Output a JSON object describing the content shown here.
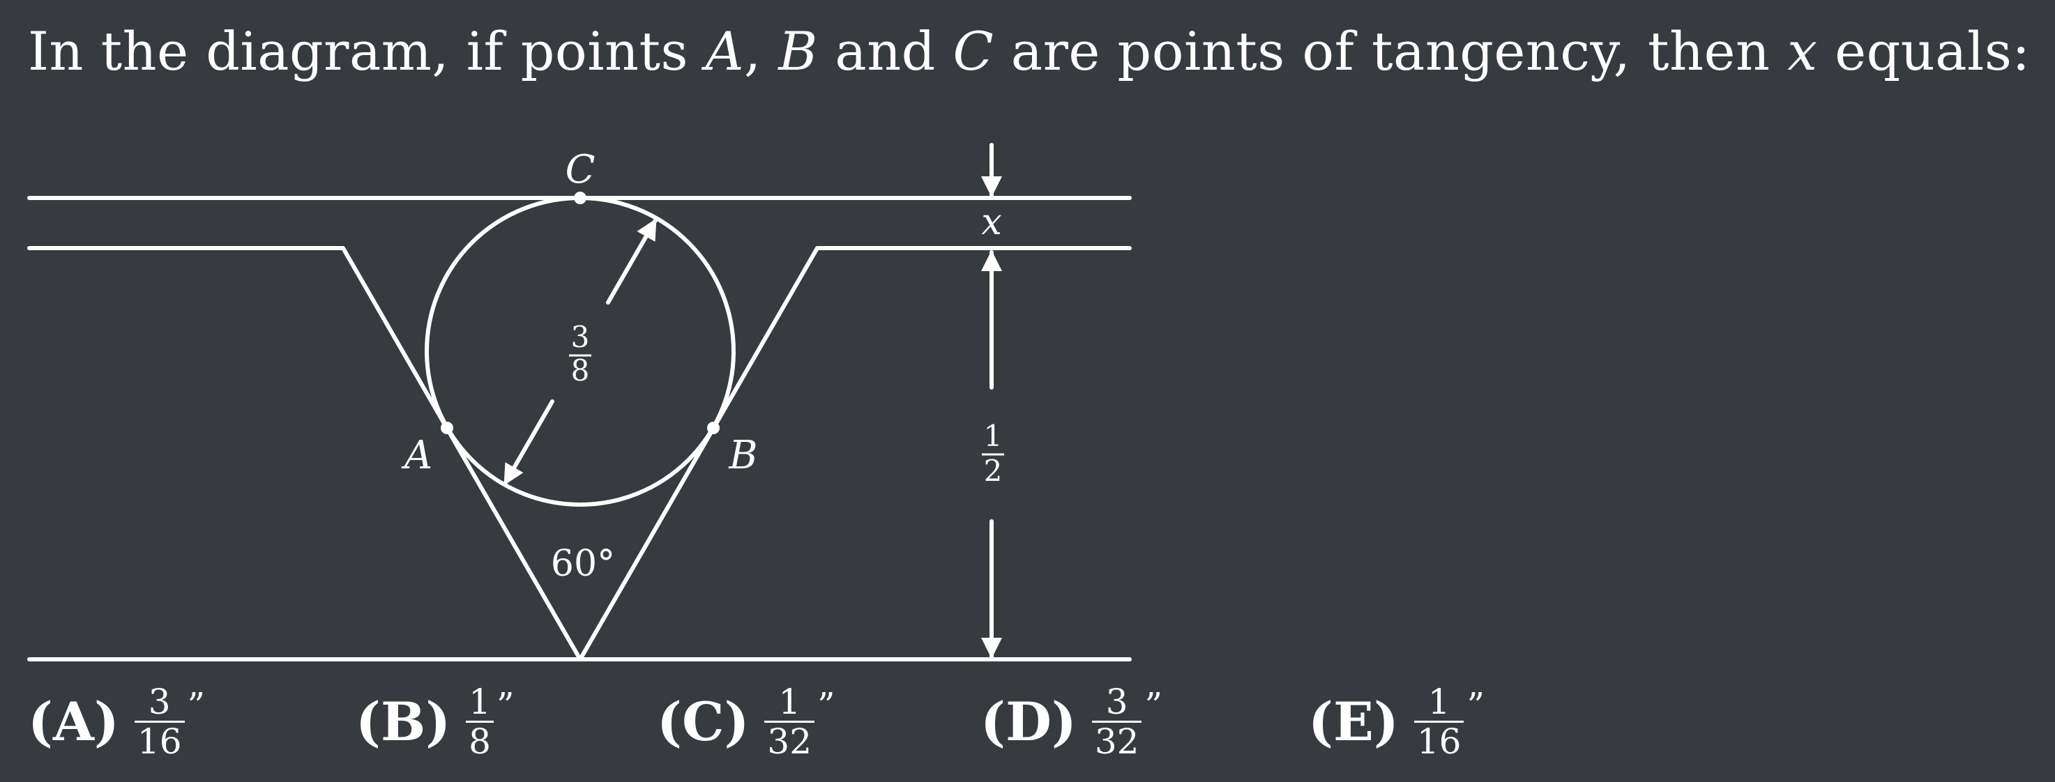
{
  "question": {
    "parts": [
      "In the diagram, if points ",
      "A",
      ", ",
      "B",
      " and ",
      "C",
      " are points of tangency, then ",
      "x",
      " equals:"
    ]
  },
  "diagram": {
    "point_labels": {
      "a": "A",
      "b": "B",
      "c": "C"
    },
    "x_label": "x",
    "radius_label": {
      "num": "3",
      "den": "8"
    },
    "height_label": {
      "num": "1",
      "den": "2"
    },
    "angle_label": "60°"
  },
  "choices": [
    {
      "letter": "(A)",
      "num": "3",
      "den": "16",
      "unit": "”"
    },
    {
      "letter": "(B)",
      "num": "1",
      "den": "8",
      "unit": "”"
    },
    {
      "letter": "(C)",
      "num": "1",
      "den": "32",
      "unit": "”"
    },
    {
      "letter": "(D)",
      "num": "3",
      "den": "32",
      "unit": "”"
    },
    {
      "letter": "(E)",
      "num": "1",
      "den": "16",
      "unit": "”"
    }
  ]
}
